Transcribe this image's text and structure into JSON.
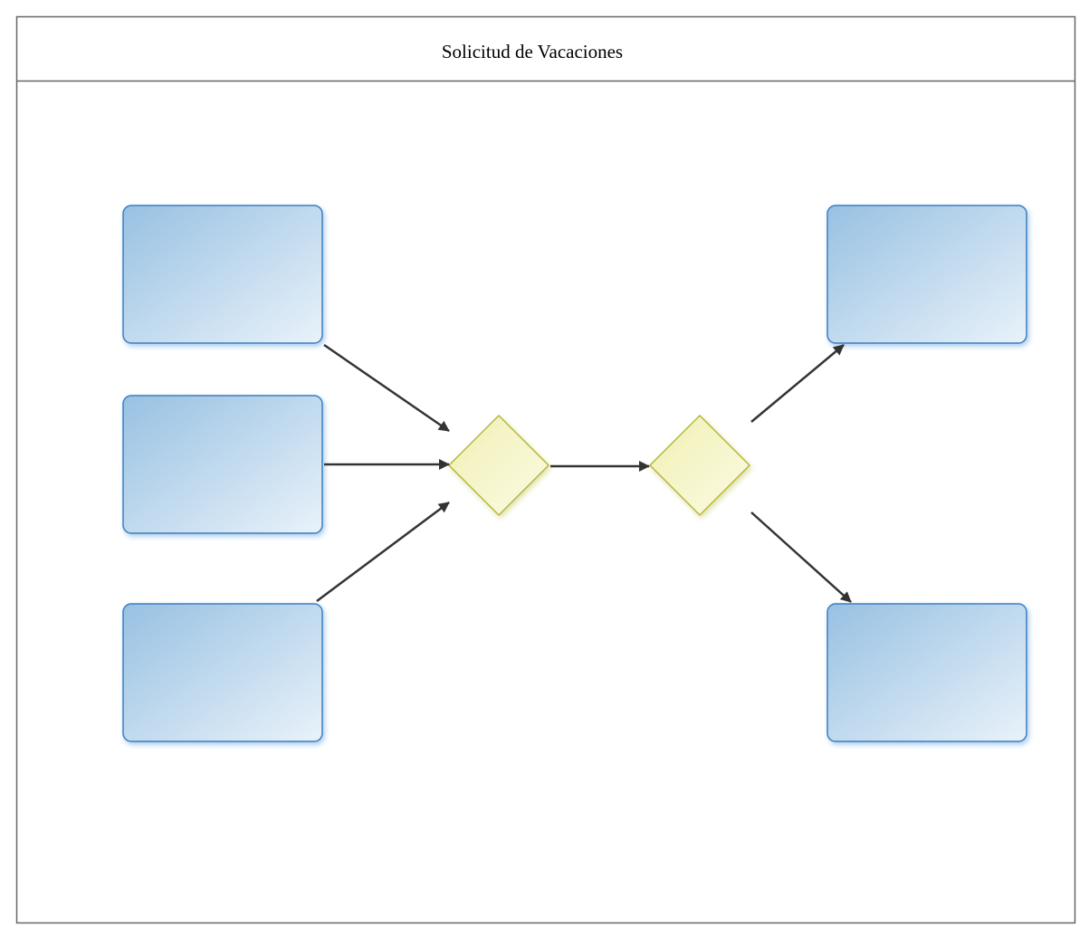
{
  "pool": {
    "title": "Solicitud de Vacaciones"
  },
  "colors": {
    "pool_border": "#666666",
    "task_border": "#3a7fc1",
    "task_fill_dark": "#98c1e2",
    "task_fill_light": "#e9f2fa",
    "gateway_border": "#b5b83a",
    "gateway_fill_dark": "#f0f0b4",
    "gateway_fill_light": "#fbfbe4",
    "arrow": "#333333"
  },
  "tasks": [
    {
      "id": "task-left-top",
      "label": ""
    },
    {
      "id": "task-left-middle",
      "label": ""
    },
    {
      "id": "task-left-bottom",
      "label": ""
    },
    {
      "id": "task-right-top",
      "label": ""
    },
    {
      "id": "task-right-bottom",
      "label": ""
    }
  ],
  "gateways": [
    {
      "id": "gateway-merge",
      "label": ""
    },
    {
      "id": "gateway-split",
      "label": ""
    }
  ]
}
